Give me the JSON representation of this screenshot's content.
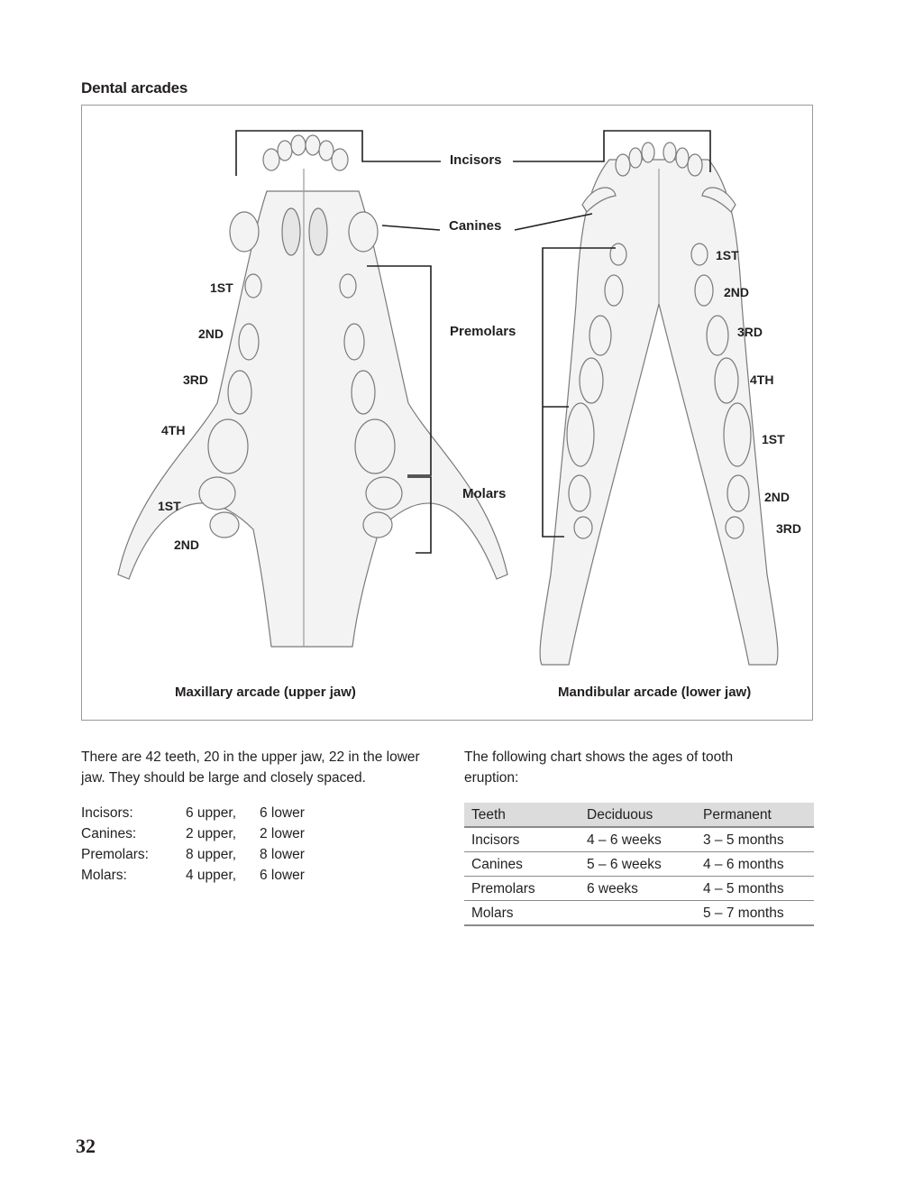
{
  "heading": "Dental arcades",
  "figure": {
    "labels": {
      "incisors": "Incisors",
      "canines": "Canines",
      "premolars": "Premolars",
      "molars": "Molars"
    },
    "upper_ordinals": [
      "1ST",
      "2ND",
      "3RD",
      "4TH",
      "1ST",
      "2ND"
    ],
    "lower_ordinals": [
      "1ST",
      "2ND",
      "3RD",
      "4TH",
      "1ST",
      "2ND",
      "3RD"
    ],
    "caption_left": "Maxillary arcade (upper jaw)",
    "caption_right": "Mandibular arcade (lower jaw)"
  },
  "paragraph": "There are 42 teeth, 20 in the upper jaw, 22 in the lower jaw. They should be large and closely spaced.",
  "counts": [
    {
      "name": "Incisors:",
      "upper": "6 upper,",
      "lower": "6 lower"
    },
    {
      "name": "Canines:",
      "upper": "2 upper,",
      "lower": "2 lower"
    },
    {
      "name": "Premolars:",
      "upper": "8 upper,",
      "lower": "8 lower"
    },
    {
      "name": "Molars:",
      "upper": "4 upper,",
      "lower": "6 lower"
    }
  ],
  "chart_intro": "The following chart shows the ages of tooth eruption:",
  "eruption_table": {
    "headers": [
      "Teeth",
      "Deciduous",
      "Permanent"
    ],
    "rows": [
      [
        "Incisors",
        "4 – 6 weeks",
        "3 – 5 months"
      ],
      [
        "Canines",
        "5 – 6 weeks",
        "4 – 6 months"
      ],
      [
        "Premolars",
        "6 weeks",
        "4 – 5 months"
      ],
      [
        "Molars",
        "",
        "5 – 7 months"
      ]
    ]
  },
  "page_number": "32"
}
